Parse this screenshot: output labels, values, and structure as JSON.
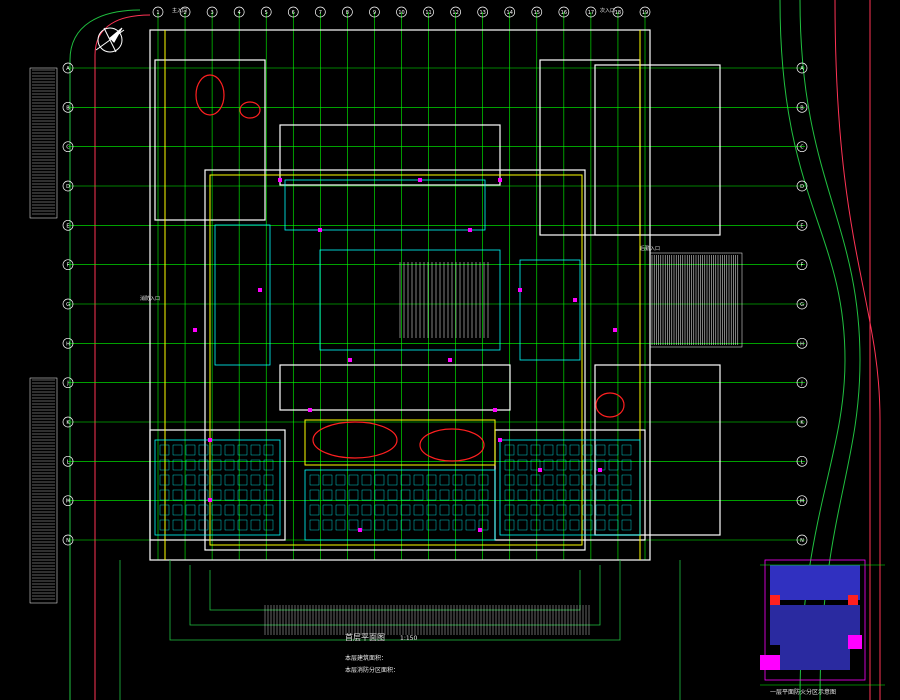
{
  "drawing": {
    "title": "首层平面图",
    "title_scale": "1:150",
    "note_line1": "本层建筑面积：",
    "note_line2": "本层消防分区面积：",
    "keyplan_caption": "一层平面防火分区示意图",
    "entrances": [
      "主入口",
      "次入口",
      "消防入口",
      "后勤入口"
    ],
    "column_labels_top": [
      "1",
      "2",
      "3",
      "4",
      "5",
      "6",
      "7",
      "8",
      "9",
      "10",
      "11",
      "12",
      "13",
      "14",
      "15",
      "16",
      "17",
      "18",
      "19"
    ],
    "row_labels_left": [
      "A",
      "B",
      "C",
      "D",
      "E",
      "F",
      "G",
      "H",
      "J",
      "K",
      "L",
      "M",
      "N"
    ]
  },
  "colors": {
    "background": "#000000",
    "wall": "#ffffff",
    "grid": "#00ff00",
    "window": "#00ffff",
    "accent": "#ff00ff",
    "fire": "#ff0000",
    "yellow": "#ffff00",
    "zone_blue": "#3030c0"
  }
}
